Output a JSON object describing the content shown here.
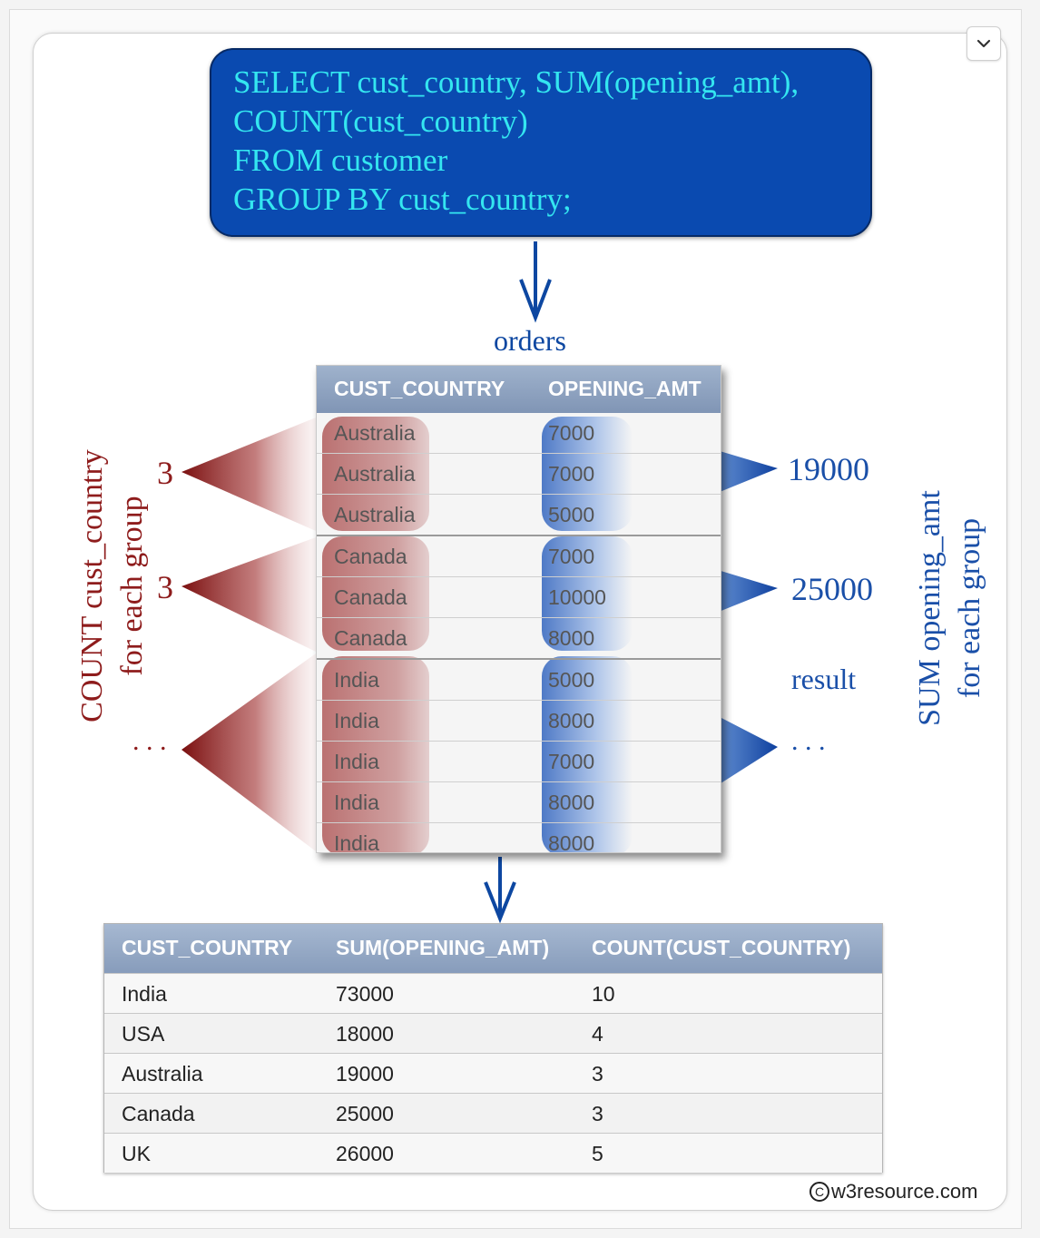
{
  "sql": {
    "lines": [
      "SELECT cust_country, SUM(opening_amt),",
      "COUNT(cust_country)",
      "FROM customer",
      "GROUP BY cust_country;"
    ]
  },
  "orders": {
    "label": "orders",
    "headers": [
      "CUST_COUNTRY",
      "OPENING_AMT"
    ],
    "rows": [
      [
        "Australia",
        "7000"
      ],
      [
        "Australia",
        "7000"
      ],
      [
        "Australia",
        "5000"
      ],
      [
        "Canada",
        "7000"
      ],
      [
        "Canada",
        "10000"
      ],
      [
        "Canada",
        "8000"
      ],
      [
        "India",
        "5000"
      ],
      [
        "India",
        "8000"
      ],
      [
        "India",
        "7000"
      ],
      [
        "India",
        "8000"
      ],
      [
        "India",
        "8000"
      ]
    ]
  },
  "counts": [
    "3",
    "3",
    ". . ."
  ],
  "sums": [
    "19000",
    "25000",
    ". . ."
  ],
  "result_label": "result",
  "left_caption": [
    "COUNT cust_country",
    "for each group"
  ],
  "right_caption": [
    "SUM opening_amt",
    "for each group"
  ],
  "result": {
    "headers": [
      "CUST_COUNTRY",
      "SUM(OPENING_AMT)",
      "COUNT(CUST_COUNTRY)"
    ],
    "rows": [
      [
        "India",
        "73000",
        "10"
      ],
      [
        "USA",
        "18000",
        "4"
      ],
      [
        "Australia",
        "19000",
        "3"
      ],
      [
        "Canada",
        "25000",
        "3"
      ],
      [
        "UK",
        "26000",
        "5"
      ]
    ]
  },
  "watermark": "w3resource.com",
  "colors": {
    "sql_bg": "#0a4ab0",
    "sql_text": "#34e6f0",
    "count_red": "#8e1c1c",
    "sum_blue": "#1a4fa8"
  }
}
